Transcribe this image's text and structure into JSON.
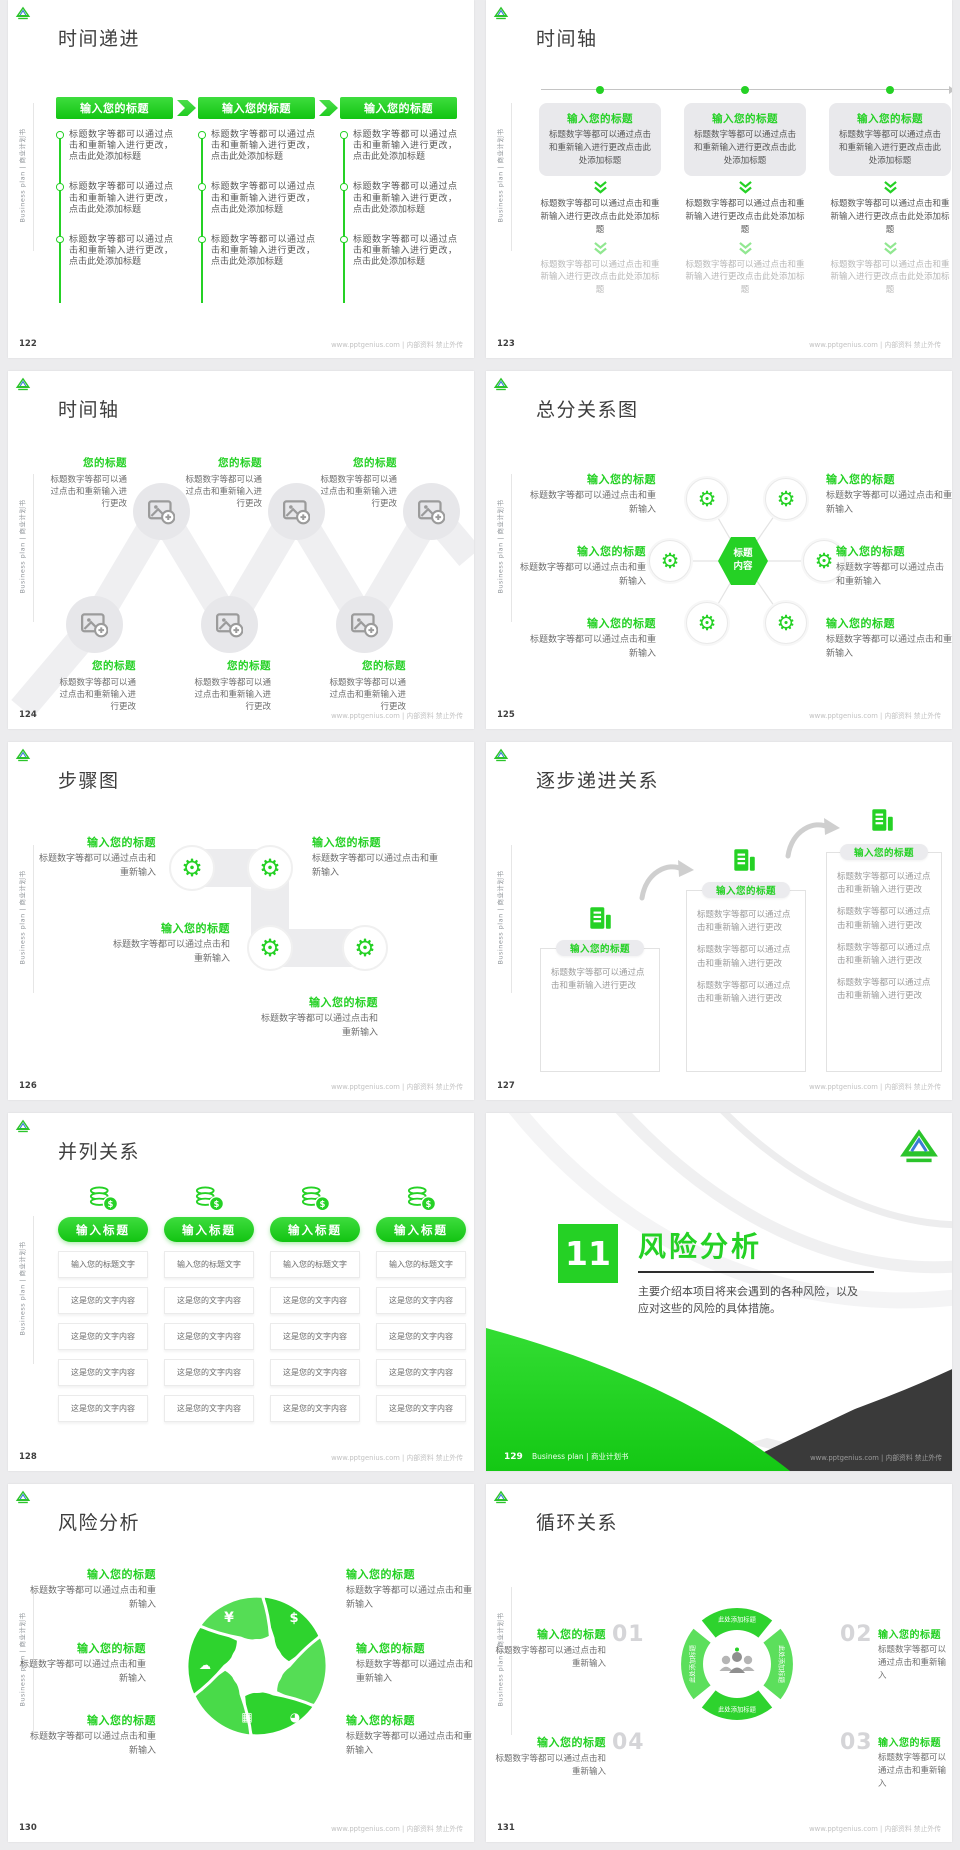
{
  "common": {
    "brand_side": "Business plan | 商业计划书",
    "footer_site": "www.pptgenius.com | 内部资料 禁止外传"
  },
  "colors": {
    "green": "#25d125",
    "dark_corner": "#3a3a3a",
    "gray_number": "#d5d5d8"
  },
  "ph": {
    "enter_title": "输入您的标题",
    "your_title": "您的标题",
    "enter_title_short": "输入标题",
    "body_full": "标题数字等都可以通过点击和重新输入进行更改，点击此处添加标题",
    "body_full_nc": "标题数字等都可以通过点击和重新输入进行更改点击此处添加标题",
    "body_change": "标题数字等都可以通过点击和重新输入进行更改",
    "body_reinput": "标题数字等都可以通过点击和重新输入",
    "cell_title": "输入您的标题文字",
    "cell_body": "这是您的文字内容",
    "hex_l1": "标题",
    "hex_l2": "内容",
    "arc_label": "此处添加标题"
  },
  "slides": {
    "s122": {
      "page": "122",
      "title": "时间递进"
    },
    "s123": {
      "page": "123",
      "title": "时间轴"
    },
    "s124": {
      "page": "124",
      "title": "时间轴"
    },
    "s125": {
      "page": "125",
      "title": "总分关系图"
    },
    "s126": {
      "page": "126",
      "title": "步骤图"
    },
    "s127": {
      "page": "127",
      "title": "逐步递进关系"
    },
    "s128": {
      "page": "128",
      "title": "并列关系"
    },
    "s129": {
      "page": "129",
      "title": "风险分析",
      "number": "11",
      "body_l1": "主要介绍本项目将来会遇到的各种风险，以及",
      "body_l2": "应对这些的风险的具体措施。",
      "footer_page": "129",
      "footer_brand": "Business plan | 商业计划书"
    },
    "s130": {
      "page": "130",
      "title": "风险分析"
    },
    "s131": {
      "page": "131",
      "title": "循环关系",
      "num1": "01",
      "num2": "02",
      "num3": "03",
      "num4": "04"
    }
  }
}
